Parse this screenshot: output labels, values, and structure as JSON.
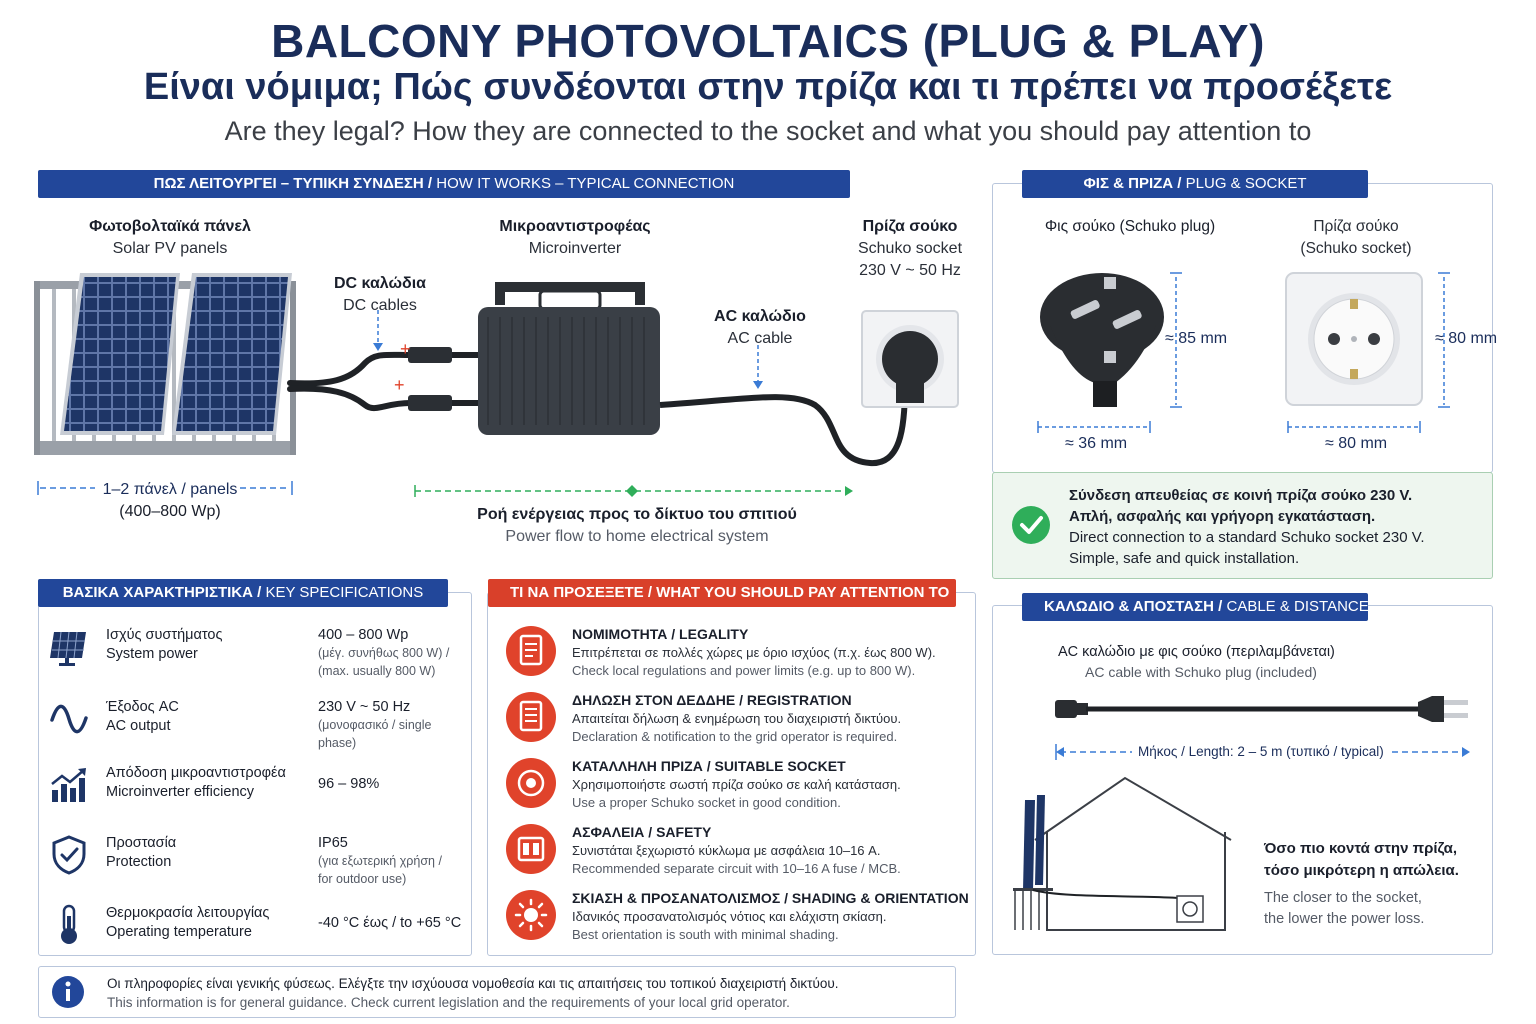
{
  "header": {
    "title": "BALCONY PHOTOVOLTAICS (PLUG & PLAY)",
    "subtitle_gr": "Είναι νόμιμα; Πώς συνδέονται στην πρίζα και τι πρέπει να προσέξετε",
    "subtitle_en": "Are they legal? How they are connected to the socket and what you should pay attention to"
  },
  "how": {
    "banner_gr": "ΠΩΣ ΛΕΙΤΟΥΡΓΕΙ – ΤΥΠΙΚΗ ΣΥΝΔΕΣΗ /",
    "banner_en": "HOW IT WORKS – TYPICAL CONNECTION",
    "panels_gr": "Φωτοβολταϊκά πάνελ",
    "panels_en": "Solar PV panels",
    "dc_gr": "DC καλώδια",
    "dc_en": "DC cables",
    "inv_gr": "Μικροαντιστροφέας",
    "inv_en": "Microinverter",
    "ac_gr": "AC καλώδιο",
    "ac_en": "AC cable",
    "socket_gr": "Πρίζα σούκο",
    "socket_en": "Schuko socket",
    "socket_v": "230 V ~ 50 Hz",
    "count_gr": "1–2 πάνελ /",
    "count_en": "panels",
    "count_power": "(400–800 Wp)",
    "flow_gr": "Ροή ενέργειας προς το δίκτυο του σπιτιού",
    "flow_en": "Power flow to home electrical system",
    "plus": "+"
  },
  "plug": {
    "banner_gr": "ΦΙΣ & ΠΡΙΖΑ /",
    "banner_en": "PLUG & SOCKET",
    "plug_gr": "Φις σούκο (Schuko plug)",
    "socket_l1": "Πρίζα σούκο",
    "socket_l2": "(Schuko socket)",
    "plug_h": "≈ 85 mm",
    "plug_w": "≈ 36 mm",
    "socket_h": "≈ 80 mm",
    "socket_w": "≈ 80 mm",
    "ok_gr1": "Σύνδεση απευθείας σε κοινή πρίζα σούκο 230 V.",
    "ok_gr2": "Απλή, ασφαλής και γρήγορη εγκατάσταση.",
    "ok_en1": "Direct connection to a standard Schuko socket 230 V.",
    "ok_en2": "Simple, safe and quick installation."
  },
  "specs": {
    "banner_gr": "ΒΑΣΙΚΑ ΧΑΡΑΚΤΗΡΙΣΤΙΚΑ /",
    "banner_en": "KEY SPECIFICATIONS",
    "rows": [
      {
        "name_gr": "Ισχύς συστήματος",
        "name_en": "System power",
        "val": "400 – 800 Wp",
        "sub1": "(μέγ. συνήθως 800 W) /",
        "sub2": "(max. usually 800 W)"
      },
      {
        "name_gr": "Έξοδος AC",
        "name_en": "AC output",
        "val": "230 V ~ 50 Hz",
        "sub1": "(μονοφασικό / single phase)",
        "sub2": ""
      },
      {
        "name_gr": "Απόδοση μικροαντιστροφέα",
        "name_en": "Microinverter efficiency",
        "val": "96 – 98%",
        "sub1": "",
        "sub2": ""
      },
      {
        "name_gr": "Προστασία",
        "name_en": "Protection",
        "val": "IP65",
        "sub1": "(για εξωτερική χρήση /",
        "sub2": "for outdoor use)"
      },
      {
        "name_gr": "Θερμοκρασία λειτουργίας",
        "name_en": "Operating temperature",
        "val": "-40 °C έως / to +65 °C",
        "sub1": "",
        "sub2": ""
      }
    ]
  },
  "attention": {
    "banner": "ΤΙ ΝΑ ΠΡΟΣΕΞΕΤΕ / WHAT YOU SHOULD PAY ATTENTION TO",
    "rows": [
      {
        "title": "ΝΟΜΙΜΟΤΗΤΑ / LEGALITY",
        "gr": "Επιτρέπεται σε πολλές χώρες με όριο ισχύος (π.χ. έως 800 W).",
        "en": "Check local regulations and power limits (e.g. up to 800 W)."
      },
      {
        "title": "ΔΗΛΩΣΗ ΣΤΟΝ ΔΕΔΔΗΕ / REGISTRATION",
        "gr": "Απαιτείται δήλωση & ενημέρωση του διαχειριστή δικτύου.",
        "en": "Declaration & notification to the grid operator is required."
      },
      {
        "title": "ΚΑΤΑΛΛΗΛΗ ΠΡΙΖΑ / SUITABLE SOCKET",
        "gr": "Χρησιμοποιήστε σωστή πρίζα σούκο σε καλή κατάσταση.",
        "en": "Use a proper Schuko socket in good condition."
      },
      {
        "title": "ΑΣΦΑΛΕΙΑ / SAFETY",
        "gr": "Συνιστάται ξεχωριστό κύκλωμα με ασφάλεια 10–16 A.",
        "en": "Recommended separate circuit with 10–16 A fuse / MCB."
      },
      {
        "title": "ΣΚΙΑΣΗ & ΠΡΟΣΑΝΑΤΟΛΙΣΜΟΣ / SHADING & ORIENTATION",
        "gr": "Ιδανικός προσανατολισμός νότιος και ελάχιστη σκίαση.",
        "en": "Best orientation is south with minimal shading."
      }
    ]
  },
  "cable": {
    "banner_gr": "ΚΑΛΩΔΙΟ & ΑΠΟΣΤΑΣΗ /",
    "banner_en": "CABLE & DISTANCE",
    "title_gr": "AC καλώδιο με φις σούκο (περιλαμβάνεται)",
    "title_en": "AC cable with Schuko plug (included)",
    "length": "Μήκος / Length: 2 – 5 m (τυπικό / typical)",
    "note_gr1": "Όσο πιο κοντά στην πρίζα,",
    "note_gr2": "τόσο μικρότερη η απώλεια.",
    "note_en1": "The closer to the socket,",
    "note_en2": "the lower the power loss."
  },
  "info": {
    "gr": "Οι πληροφορίες είναι γενικής φύσεως. Ελέγξτε την ισχύουσα νομοθεσία και τις απαιτήσεις του τοπικού διαχειριστή δικτύου.",
    "en": "This information is for general guidance. Check current legislation and the requirements of your local grid operator."
  },
  "colors": {
    "navy": "#1a2d5a",
    "banner_blue": "#22479a",
    "banner_red": "#d9402a",
    "check_green": "#2fae5a",
    "dim_blue": "#3a7bd5"
  }
}
